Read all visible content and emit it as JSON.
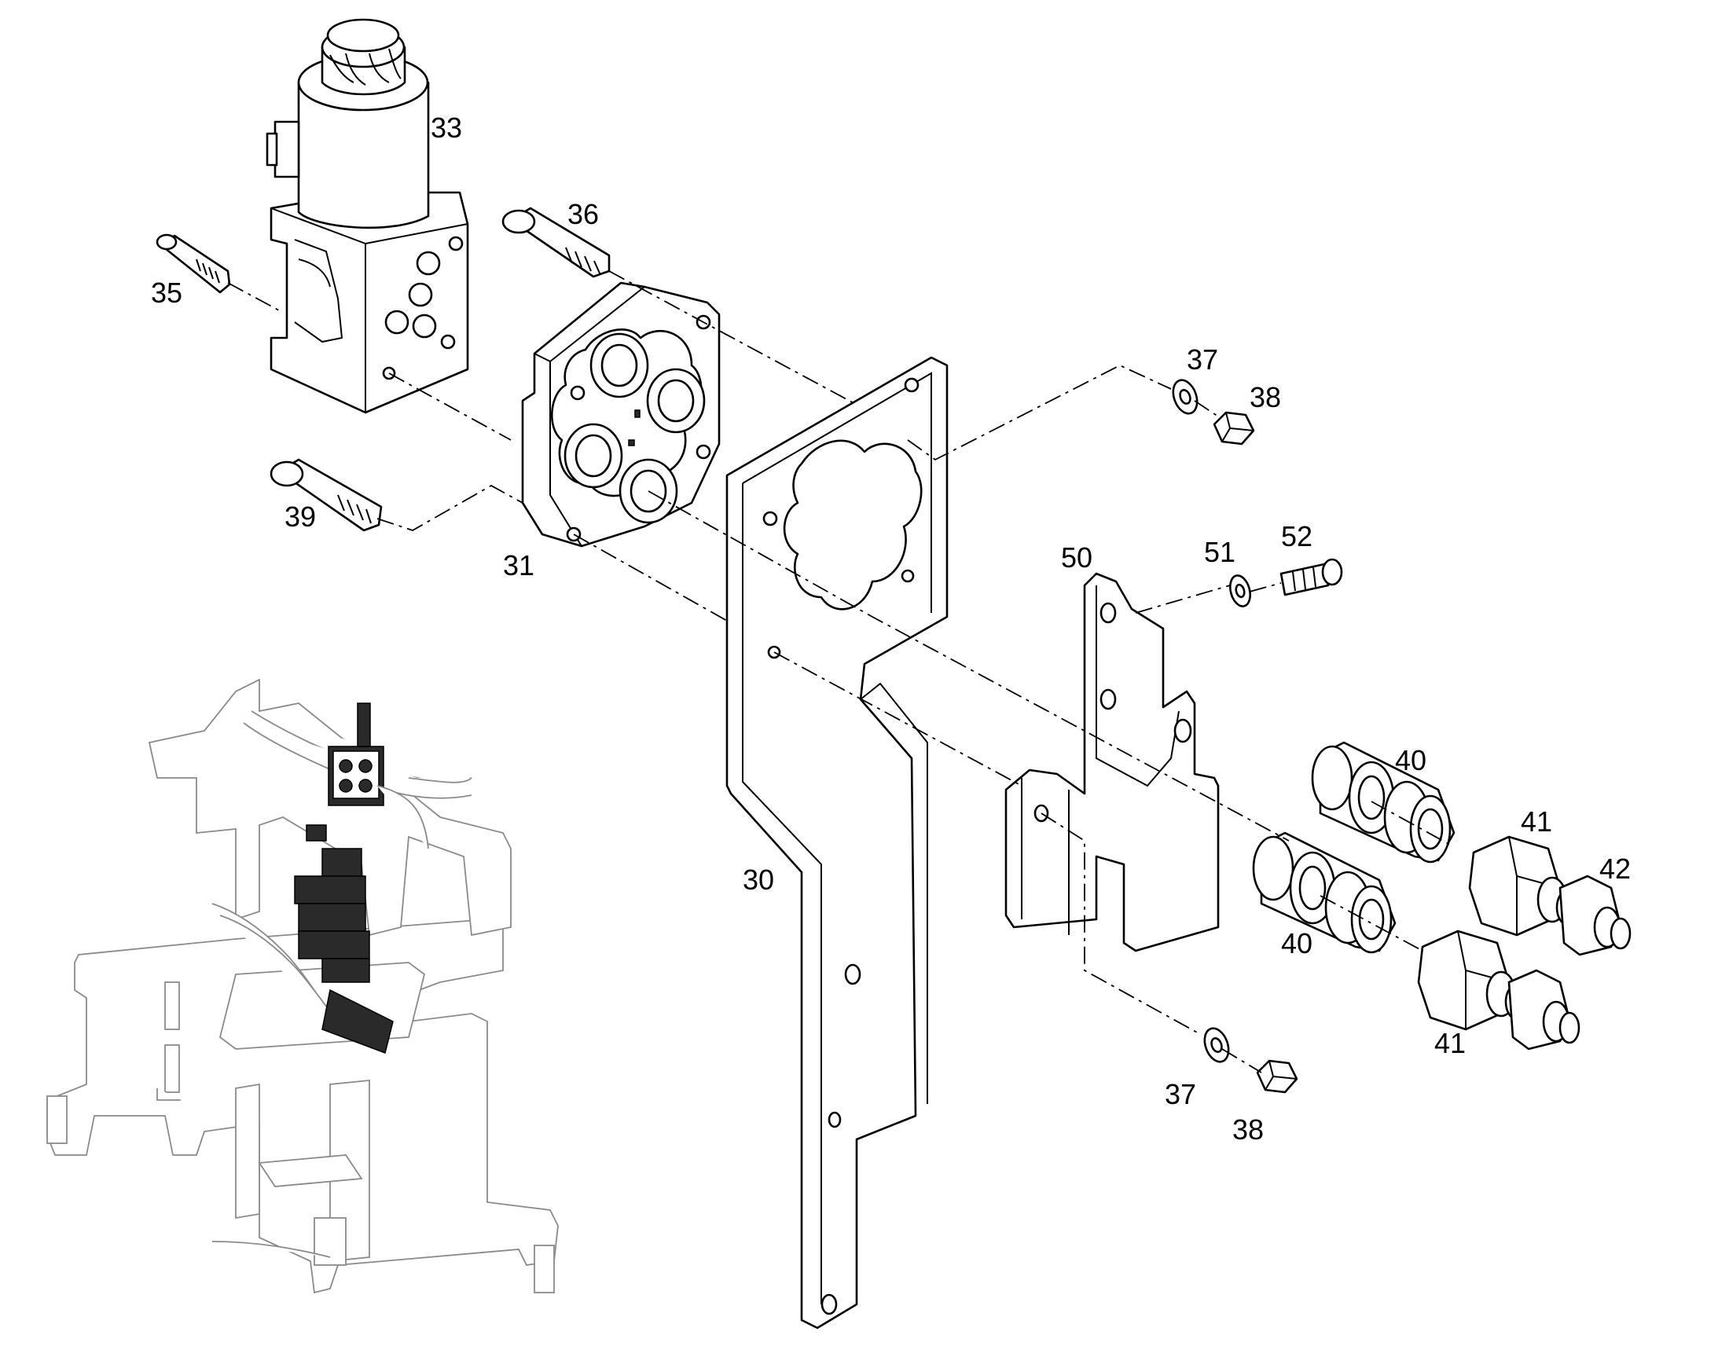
{
  "callouts": {
    "c30": "30",
    "c31": "31",
    "c33": "33",
    "c35": "35",
    "c36": "36",
    "c37a": "37",
    "c37b": "37",
    "c38a": "38",
    "c38b": "38",
    "c39": "39",
    "c40a": "40",
    "c40b": "40",
    "c41a": "41",
    "c41b": "41",
    "c42": "42",
    "c50": "50",
    "c51": "51",
    "c52": "52"
  },
  "colors": {
    "line": "#000000",
    "overview_line": "#8a8a8a",
    "background": "#ffffff"
  }
}
